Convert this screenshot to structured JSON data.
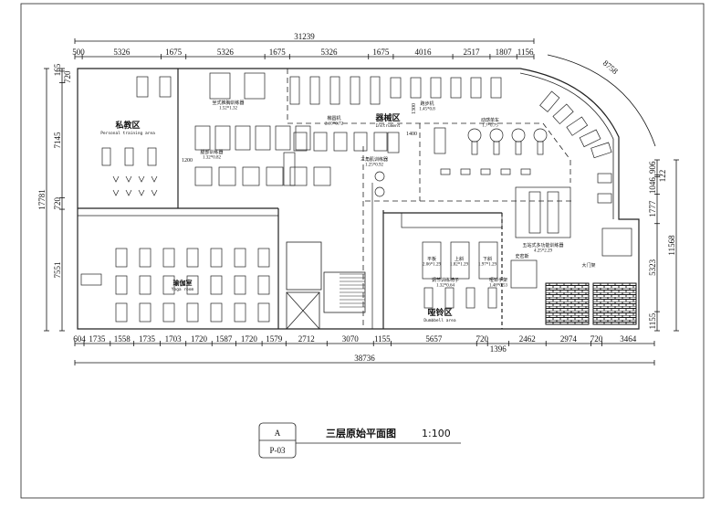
{
  "drawing": {
    "title": "三层原始平面图",
    "scale": "1:100",
    "sheet_ref": "A",
    "sheet_no": "P-03"
  },
  "dimensions": {
    "top_total": "31239",
    "top_segments": [
      "500",
      "5326",
      "1675",
      "5326",
      "1675",
      "5326",
      "1675",
      "4016",
      "2517",
      "1807",
      "1156"
    ],
    "top_values": [
      500,
      5326,
      1675,
      5326,
      1675,
      5326,
      1675,
      4016,
      2517,
      1807,
      1156
    ],
    "bottom_total": "38736",
    "bottom_segments": [
      "604",
      "1735",
      "1558",
      "1735",
      "1703",
      "1720",
      "1587",
      "1720",
      "1579",
      "2712",
      "3070",
      "1155",
      "5657",
      "720",
      "1396",
      "2462",
      "2974",
      "720",
      "3464"
    ],
    "bottom_values": [
      604,
      1735,
      1558,
      1735,
      1703,
      1720,
      1587,
      1720,
      1579,
      2712,
      3070,
      1155,
      5657,
      720,
      1396,
      2462,
      2974,
      720,
      3464
    ],
    "left_total": "17781",
    "left_segments": [
      "165",
      "720",
      "7145",
      "720",
      "7551"
    ],
    "left_values": [
      165,
      720,
      7145,
      720,
      7551
    ],
    "right_total": "11568",
    "right_segments": [
      "906",
      "122",
      "1046",
      "1777",
      "5323",
      "1155"
    ],
    "right_values": [
      906,
      122,
      1046,
      1777,
      5323,
      1155
    ],
    "arc": "8758",
    "inner": [
      "1200",
      "1400",
      "1300"
    ]
  },
  "areas": {
    "personal": {
      "zh": "私教区",
      "en": "Personal training area"
    },
    "instrument": {
      "zh": "器械区",
      "en": "Instrument"
    },
    "dumbbell": {
      "zh": "哑铃区",
      "en": "Dumbbell area"
    },
    "yoga": {
      "zh": "瑜伽室",
      "en": "Yoga room"
    }
  },
  "equipment_labels": [
    {
      "name": "跑步机",
      "size": "1.45*0.8"
    },
    {
      "name": "椭圆机",
      "size": "2.10*0.72"
    },
    {
      "name": "动感单车",
      "size": "1.7*0.75"
    },
    {
      "name": "三角肌训练器",
      "size": "1.25*0.92"
    },
    {
      "name": "五站式多功能训练器",
      "size": "4.25*2.29"
    },
    {
      "name": "平板",
      "size": "2.06*1.29"
    },
    {
      "name": "上斜",
      "size": "1.82*1.29"
    },
    {
      "name": "下斜",
      "size": "1.97*1.29"
    },
    {
      "name": "调节训练椅子",
      "size": "1.32*0.64"
    },
    {
      "name": "哑铃手架",
      "size": "1.48*0.53"
    },
    {
      "name": "坐式推胸训练器",
      "size": "1.52*1.32"
    },
    {
      "name": "腿部训练器",
      "size": "1.32*0.82"
    },
    {
      "name": "大门架",
      "size": ""
    },
    {
      "name": "史密斯",
      "size": ""
    }
  ]
}
